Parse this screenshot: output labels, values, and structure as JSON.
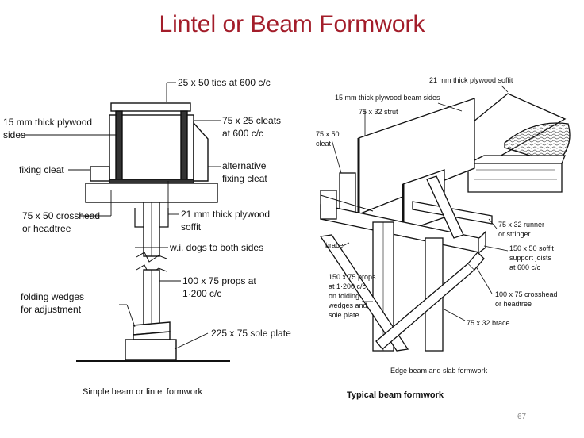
{
  "slide": {
    "title": "Lintel or Beam Formwork",
    "page_number": "67"
  },
  "left_diagram": {
    "caption": "Simple beam or lintel formwork",
    "labels": {
      "ties": "25 x 50 ties at 600 c/c",
      "plywood_sides_1": "15 mm thick plywood",
      "plywood_sides_2": "sides",
      "cleats_1": "75 x 25 cleats",
      "cleats_2": "at 600 c/c",
      "fixing_cleat": "fixing cleat",
      "alt_fixing_1": "alternative",
      "alt_fixing_2": "fixing cleat",
      "crosshead_1": "75 x 50 crosshead",
      "crosshead_2": "or headtree",
      "soffit_1": "21 mm thick plywood",
      "soffit_2": "soffit",
      "dogs": "w.i. dogs to both sides",
      "wedges_1": "folding wedges",
      "wedges_2": "for adjustment",
      "props_1": "100 x 75 props at",
      "props_2": "1·200 c/c",
      "sole_plate": "225 x 75 sole plate"
    }
  },
  "right_diagram": {
    "caption": "Typical beam formwork",
    "sub_caption": "Edge beam and slab formwork",
    "labels": {
      "soffit_top": "21 mm thick plywood soffit",
      "beam_sides": "15 mm thick plywood beam sides",
      "strut": "75 x 32 strut",
      "cleat_1": "75 x 50",
      "cleat_2": "cleat",
      "runner_1": "75 x 32 runner",
      "runner_2": "or stringer",
      "brace": "brace",
      "soffit_joists_1": "150 x 50 soffit",
      "soffit_joists_2": "support joists",
      "soffit_joists_3": "at 600 c/c",
      "props_1": "150 x 75 props",
      "props_2": "at 1·200 c/c",
      "props_3": "on folding",
      "props_4": "wedges and",
      "props_5": "sole plate",
      "crosshead_1": "100 x 75 crosshead",
      "crosshead_2": "or headtree",
      "brace_size": "75 x 32 brace"
    }
  }
}
